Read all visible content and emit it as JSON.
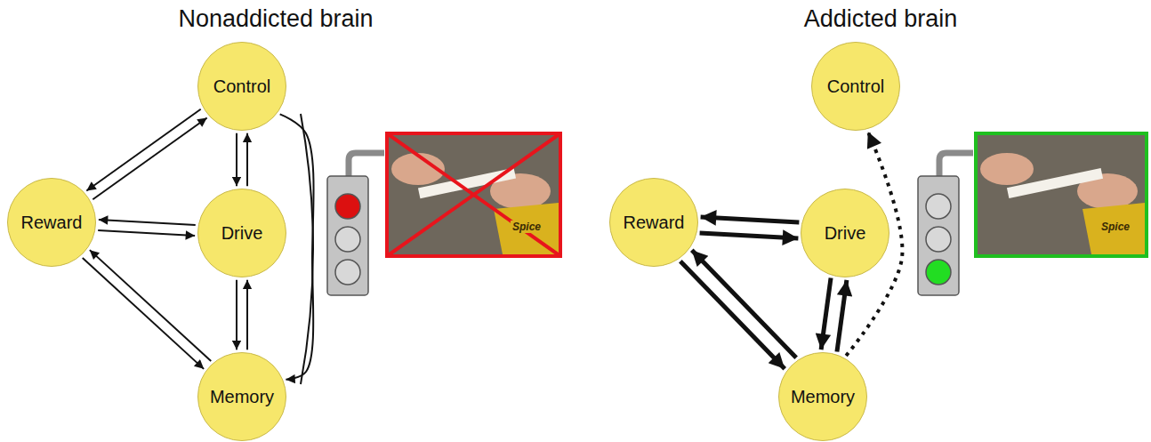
{
  "diagram": {
    "nodes": [
      {
        "text": [
          "Control"
        ]
      },
      {
        "text": [
          "Reward"
        ]
      },
      {
        "text": [
          "Drive"
        ]
      },
      {
        "text": [
          "Memory"
        ]
      },
      {
        "text": [
          "Control"
        ]
      },
      {
        "text": [
          "Reward"
        ]
      },
      {
        "text": [
          "Drive"
        ]
      },
      {
        "text": [
          "Memory"
        ]
      }
    ],
    "edges": [
      {
        "from": 0,
        "to": 1,
        "arrow": "to"
      },
      {
        "from": 1,
        "to": 0,
        "arrow": "to"
      },
      {
        "from": 1,
        "to": 2,
        "arrow": "to"
      },
      {
        "from": 2,
        "to": 1,
        "arrow": "to"
      },
      {
        "from": 1,
        "to": 3,
        "arrow": "to"
      },
      {
        "from": 3,
        "to": 1,
        "arrow": "to"
      },
      {
        "from": 0,
        "to": 2,
        "arrow": "to"
      },
      {
        "from": 2,
        "to": 0,
        "arrow": "to"
      },
      {
        "from": 2,
        "to": 3,
        "arrow": "to"
      },
      {
        "from": 3,
        "to": 2,
        "arrow": "to"
      },
      {
        "from": 0,
        "to": 3,
        "arrow": "to"
      },
      {
        "from": 5,
        "to": 6,
        "arrow": "to"
      },
      {
        "from": 6,
        "to": 5,
        "arrow": "to"
      },
      {
        "from": 5,
        "to": 7,
        "arrow": "to"
      },
      {
        "from": 7,
        "to": 5,
        "arrow": "to"
      },
      {
        "from": 6,
        "to": 7,
        "arrow": "to"
      },
      {
        "from": 7,
        "to": 6,
        "arrow": "to"
      },
      {
        "from": 7,
        "to": 4,
        "arrow": "to"
      }
    ],
    "labels": [
      "Nonaddicted brain",
      "Addicted brain",
      "Spice",
      "Spice"
    ]
  }
}
